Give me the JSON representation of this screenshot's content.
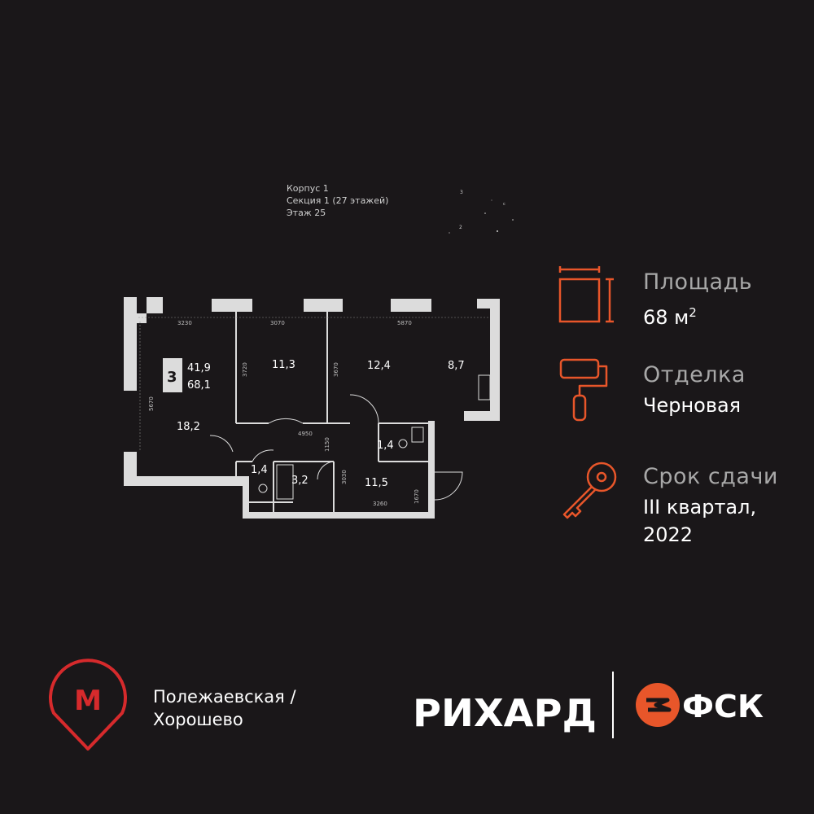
{
  "building": {
    "korpus": "Корпус 1",
    "section": "Секция 1 (27 этажей)",
    "floor": "Этаж 25"
  },
  "minimap": {
    "labels": [
      "3",
      "2",
      "c"
    ]
  },
  "apartment": {
    "rooms_count": "3",
    "living_area": "41,9",
    "total_area": "68,1",
    "room_areas": [
      "18,2",
      "11,3",
      "12,4",
      "8,7",
      "1,4",
      "1,4",
      "3,2",
      "11,5"
    ],
    "dimensions": [
      "3230",
      "3070",
      "5870",
      "5670",
      "3720",
      "3670",
      "4950",
      "1150",
      "3030",
      "3260",
      "1670"
    ]
  },
  "features": {
    "area": {
      "title": "Площадь",
      "value": "68 м",
      "superscript": "2",
      "icon": "area-icon"
    },
    "finish": {
      "title": "Отделка",
      "value": "Черновая",
      "icon": "paint-roller-icon"
    },
    "delivery": {
      "title": "Срок сдачи",
      "value_line1": "III квартал,",
      "value_line2": "2022",
      "icon": "key-icon"
    }
  },
  "metro": {
    "icon": "metro-icon",
    "letter": "М",
    "line1": "Полежаевская /",
    "line2": "Хорошево"
  },
  "brands": {
    "project": "РИХАРД",
    "developer": "ФСК"
  },
  "colors": {
    "background": "#1a1719",
    "accent": "#e8562a",
    "metro_red": "#d62a2c",
    "wall": "#dcdcdc",
    "text_muted": "#a8a8a8"
  }
}
